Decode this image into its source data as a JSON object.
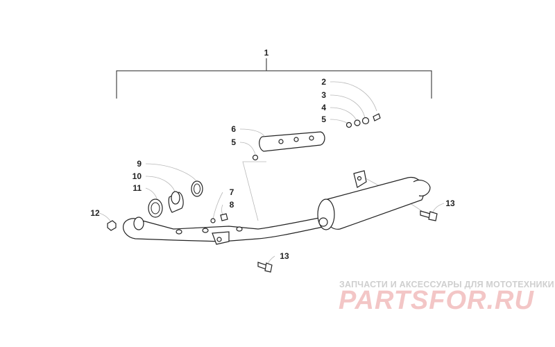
{
  "callouts": {
    "c1": "1",
    "c2": "2",
    "c3": "3",
    "c4": "4",
    "c5a": "5",
    "c6": "6",
    "c5b": "5",
    "c9": "9",
    "c10": "10",
    "c11": "11",
    "c7": "7",
    "c8": "8",
    "c12": "12",
    "c13a": "13",
    "c13b": "13"
  },
  "watermark": {
    "tagline": "ЗАПЧАСТИ И АКСЕССУАРЫ ДЛЯ МОТОТЕХНИКИ",
    "logo": "PARTSFOR.RU"
  },
  "colors": {
    "line": "#222222",
    "leader": "#b8b8b8",
    "watermark_text": "#cfcfcf",
    "watermark_logo": "#f3c6c6"
  }
}
